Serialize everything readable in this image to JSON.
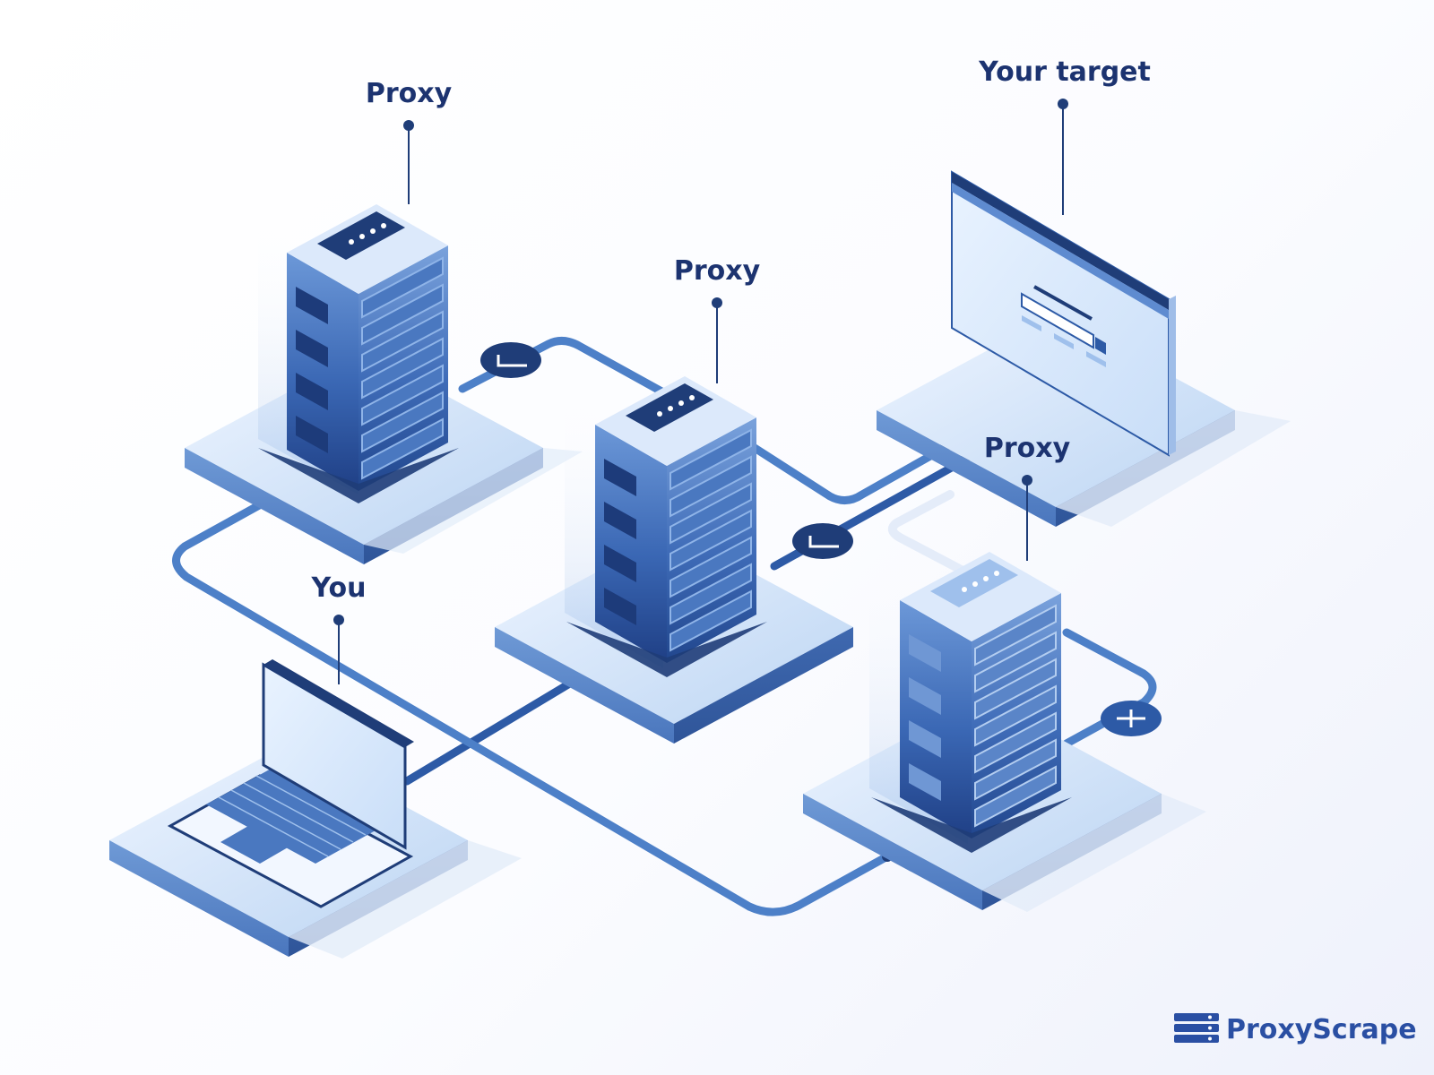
{
  "labels": {
    "proxy_left": "Proxy",
    "proxy_middle": "Proxy",
    "proxy_right": "Proxy",
    "target": "Your target",
    "you": "You"
  },
  "brand": {
    "name": "ProxyScrape",
    "logo_icon": "server-stack-icon"
  },
  "colors": {
    "label": "#1c3370",
    "cable": "#4d80c8",
    "cable_dark": "#1f3d78",
    "platform_top": "#dbeaff",
    "platform_side": "#4f7fc7",
    "server_front": "#3a67b4",
    "server_side": "#2b4f97",
    "server_top": "#dce9fb",
    "brand": "#2a4fa3"
  },
  "icons": {
    "tunnel_1": "pipe-connector-icon",
    "tunnel_2": "pipe-connector-icon",
    "tunnel_3": "plus-connector-icon"
  }
}
